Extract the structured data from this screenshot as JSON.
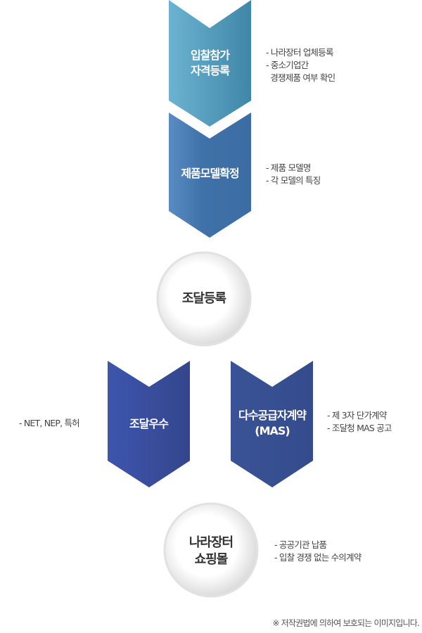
{
  "steps": [
    {
      "label_lines": [
        "입찰참가",
        "자격등록"
      ],
      "notes": [
        "- 나라장터 업체등록",
        "- 중소기업간",
        "  경쟁제품 여부 확인"
      ]
    },
    {
      "label_lines": [
        "제품모델확정"
      ],
      "notes": [
        "- 제품 모델명",
        "- 각 모델의 특징"
      ]
    },
    {
      "label_lines": [
        "조달등록"
      ]
    },
    {
      "label_lines": [
        "조달우수"
      ],
      "notes": [
        "- NET, NEP, 특허"
      ]
    },
    {
      "label_lines": [
        "다수공급자계약",
        "(MAS)"
      ],
      "notes": [
        "- 제 3자 단가계약",
        "- 조달청 MAS 공고"
      ]
    },
    {
      "label_lines": [
        "나라장터",
        "쇼핑몰"
      ],
      "notes": [
        "- 공공기관 납품",
        "- 입찰 경쟁 없는 수의계약"
      ]
    }
  ],
  "copyright": "※ 저작권법에 의하여 보호되는 이미지입니다.",
  "colors": {
    "step1": "#5aa6c8",
    "step2": "#4a7fb5",
    "step3": "#3a4fa3",
    "step4": "#34508f"
  }
}
